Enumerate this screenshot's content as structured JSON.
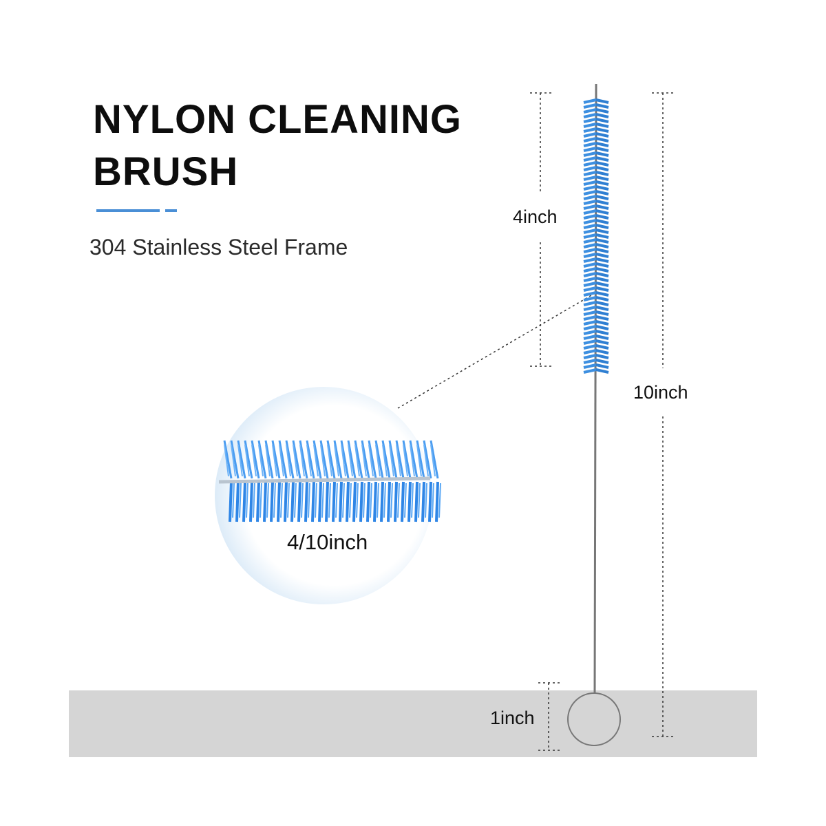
{
  "product": {
    "title_line1": "NYLON CLEANING",
    "title_line2": "BRUSH",
    "subtitle": "304 Stainless Steel Frame"
  },
  "dimensions": {
    "brush_head_length": "4inch",
    "total_length": "10inch",
    "loop_length": "1inch",
    "bristle_diameter": "4/10inch"
  },
  "colors": {
    "bristle_blue": "#3d8fe0",
    "accent_blue": "#4a8fd6",
    "band_gray": "#d5d5d5"
  }
}
